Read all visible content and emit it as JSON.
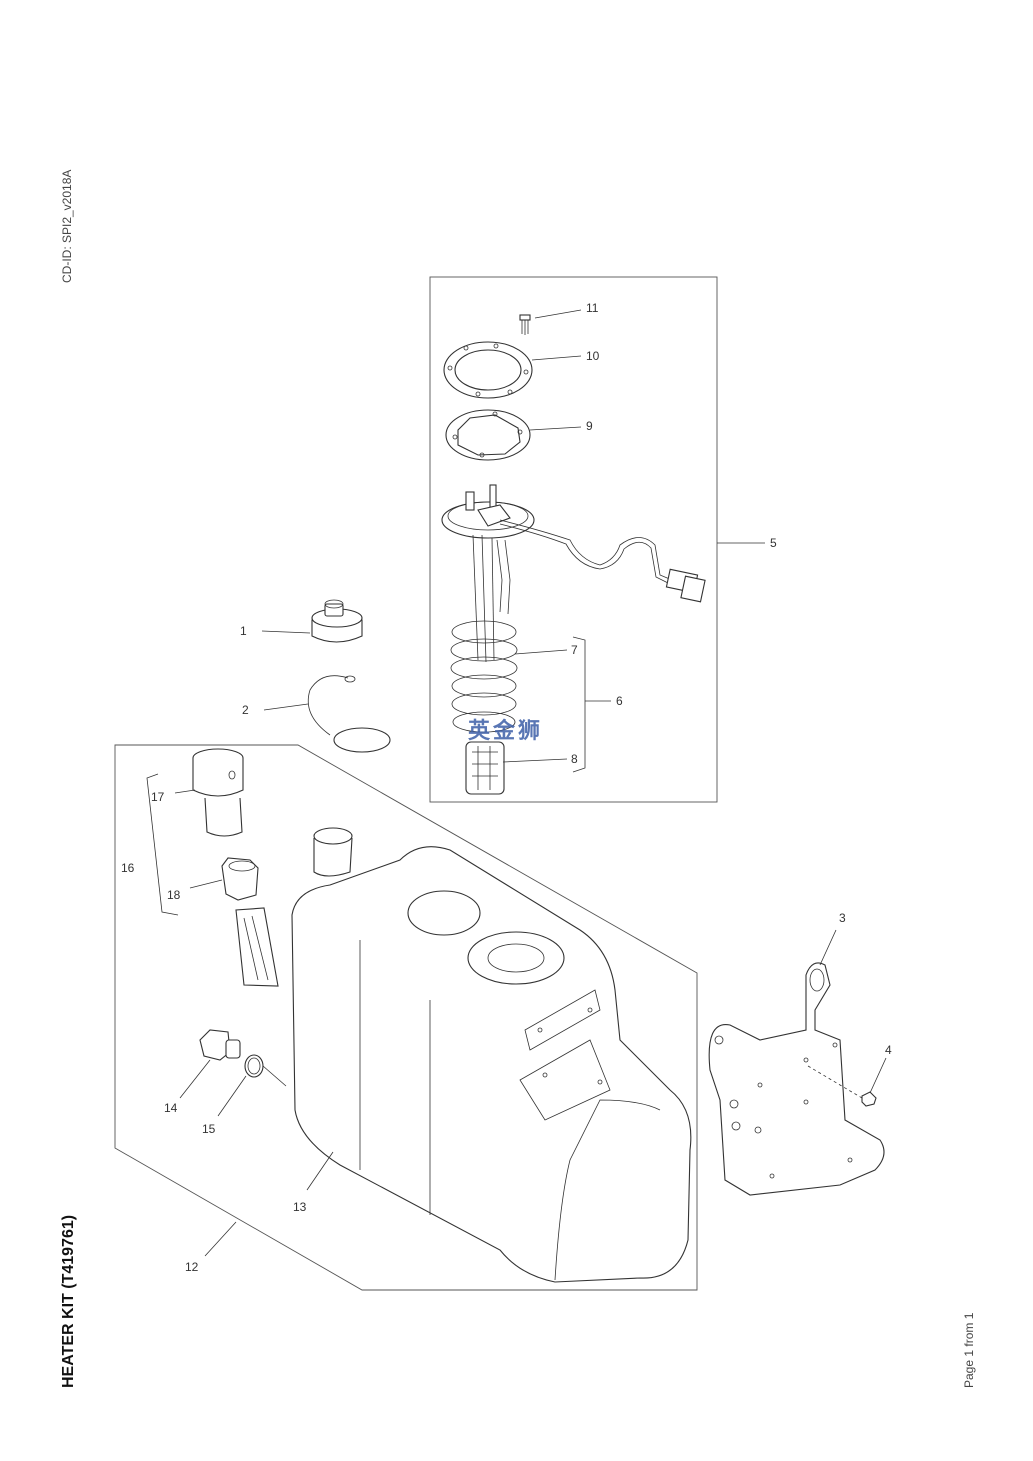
{
  "document": {
    "cd_id": "CD-ID: SPI2_v2018A",
    "title": "HEATER KIT (T419761)",
    "page": "Page 1 from 1",
    "watermark": "英金狮"
  },
  "callouts": [
    "1",
    "2",
    "3",
    "4",
    "5",
    "6",
    "7",
    "8",
    "9",
    "10",
    "11",
    "12",
    "13",
    "14",
    "15",
    "16",
    "17",
    "18"
  ],
  "colors": {
    "line": "#333333",
    "watermark": "#3d5fa8"
  }
}
